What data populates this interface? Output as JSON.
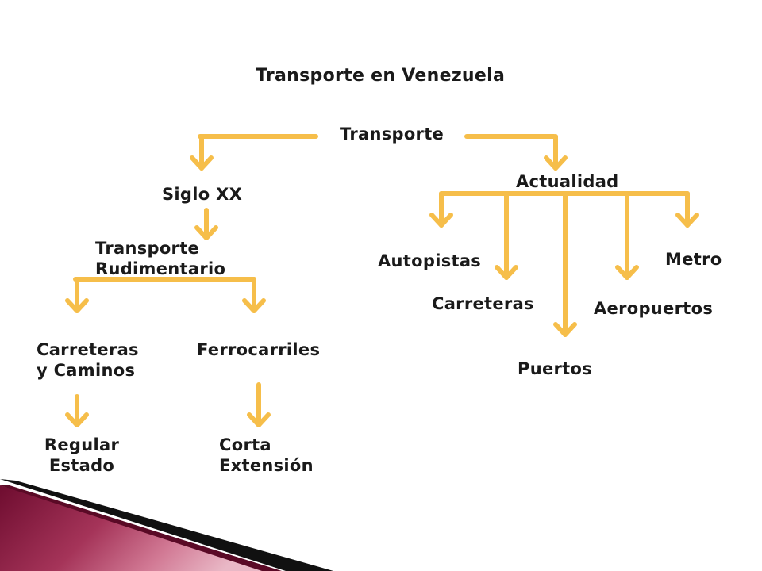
{
  "diagram": {
    "title": "Transporte en Venezuela",
    "nodes": {
      "transporte": "Transporte",
      "siglo_xx": "Siglo XX",
      "actualidad": "Actualidad",
      "transporte_rudimentario": "Transporte\nRudimentario",
      "carreteras_caminos": "Carreteras\ny Caminos",
      "ferrocarriles": "Ferrocarriles",
      "regular_estado": "Regular\nEstado",
      "corta_extension": "Corta\nExtensión",
      "autopistas": "Autopistas",
      "carreteras": "Carreteras",
      "puertos": "Puertos",
      "aeropuertos": "Aeropuertos",
      "metro": "Metro"
    }
  },
  "colors": {
    "arrow": "#F6BE4A",
    "arrow_dark": "#D99A1E",
    "accent_dark": "#111111",
    "accent_maroon": "#7A1035",
    "accent_pink": "#C4637E"
  }
}
